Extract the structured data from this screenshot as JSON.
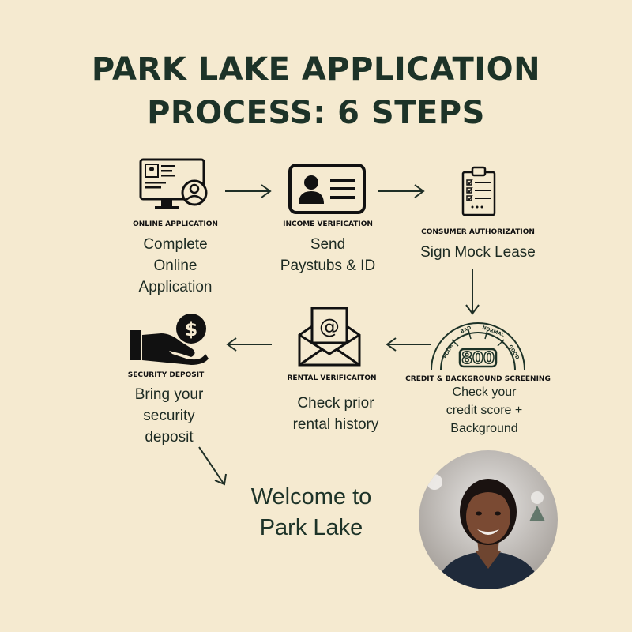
{
  "title": {
    "line1": "PARK LAKE  APPLICATION",
    "line2": "PROCESS: 6 STEPS"
  },
  "steps": [
    {
      "label": "ONLINE APPLICATION",
      "desc": [
        "Complete",
        "Online",
        "Application"
      ],
      "icon": "computer-user-icon"
    },
    {
      "label": "INCOME VERIFICATION",
      "desc": [
        "Send",
        "Paystubs & ID"
      ],
      "icon": "id-card-icon"
    },
    {
      "label": "CONSUMER AUTHORIZATION",
      "desc": [
        "Sign Mock Lease"
      ],
      "icon": "clipboard-checklist-icon"
    },
    {
      "label": "CREDIT & BACKGROUND SCREENING",
      "desc": [
        "Check your",
        "credit score +",
        "Background"
      ],
      "icon": "credit-gauge-icon",
      "gauge": {
        "value": "800",
        "segments": [
          "POOR",
          "BAD",
          "NORMAL",
          "GOOD"
        ]
      }
    },
    {
      "label": "RENTAL VERIFICAITON",
      "desc": [
        "Check prior",
        "rental history"
      ],
      "icon": "email-envelope-icon",
      "symbol": "@"
    },
    {
      "label": "SECURITY DEPOSIT",
      "desc": [
        "Bring your",
        "security",
        "deposit"
      ],
      "icon": "hand-dollar-icon",
      "symbol": "$"
    }
  ],
  "welcome": {
    "line1": "Welcome to",
    "line2": "Park Lake"
  },
  "photo": {
    "icon": "portrait-photo"
  },
  "colors": {
    "background": "#f5ead0",
    "title": "#1d3328",
    "text": "#1c2a22",
    "arrow": "#1f2f26"
  }
}
